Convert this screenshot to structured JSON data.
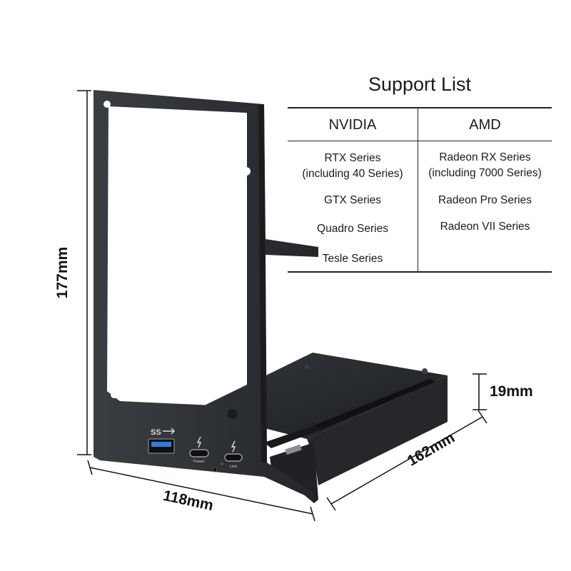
{
  "support_list": {
    "title": "Support List",
    "columns": [
      {
        "header": "NVIDIA",
        "items": [
          {
            "lines": [
              "RTX Series",
              "(including 40 Series)"
            ]
          },
          {
            "lines": [
              "GTX Series"
            ]
          },
          {
            "lines": [
              "Quadro Series"
            ]
          },
          {
            "lines": [
              "Tesle Series"
            ]
          }
        ]
      },
      {
        "header": "AMD",
        "items": [
          {
            "lines": [
              "Radeon RX Series",
              "(including 7000 Series)"
            ]
          },
          {
            "lines": [
              "Radeon Pro Series"
            ]
          },
          {
            "lines": [
              "Radeon VII Series"
            ]
          }
        ]
      }
    ]
  },
  "dimensions": {
    "height": "177mm",
    "width": "118mm",
    "depth": "162mm",
    "thickness": "19mm"
  },
  "ports": {
    "usb_label": "SS",
    "power_label": "Power",
    "link_label": "Link"
  },
  "colors": {
    "frame": "#2b2e33",
    "frame_dark": "#1d1f23",
    "usb_blue": "#2f7de1"
  }
}
